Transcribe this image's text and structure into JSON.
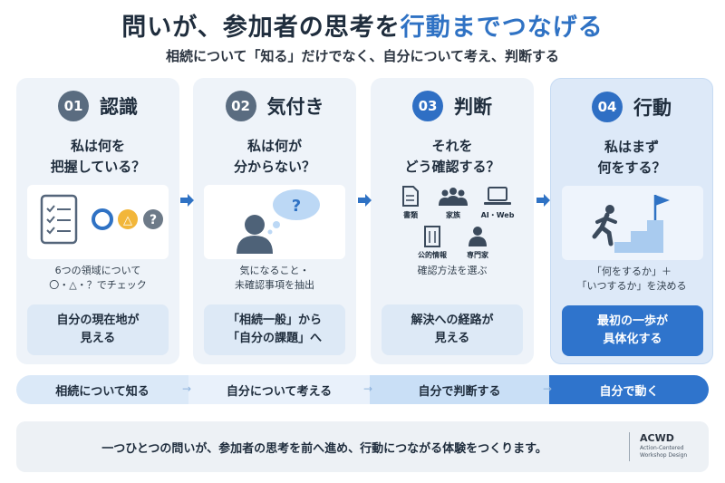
{
  "header": {
    "title_main": "問いが、参加者の思考を",
    "title_accent": "行動までつなげる",
    "subtitle": "相続について「知る」だけでなく、自分について考え、判断する"
  },
  "stages": [
    {
      "number": "01",
      "name": "認識",
      "question": "私は何を\n把握している？",
      "description": "6つの領域について\n〇・△・？でチェック",
      "result": "自分の現在地が\n見える"
    },
    {
      "number": "02",
      "name": "気付き",
      "question": "私は何が\n分からない？",
      "description": "気になること・\n未確認事項を抽出",
      "result": "「相続一般」から\n「自分の課題」へ"
    },
    {
      "number": "03",
      "name": "判断",
      "question": "それを\nどう確認する？",
      "description": "確認方法を選ぶ",
      "result": "解決への経路が\n見える",
      "methods": [
        "書類",
        "家族",
        "AI・Web",
        "公的情報",
        "専門家"
      ]
    },
    {
      "number": "04",
      "name": "行動",
      "question": "私はまず\n何をする？",
      "description": "「何をするか」＋\n「いつするか」を決める",
      "result": "最初の一歩が\n具体化する"
    }
  ],
  "check_marks": [
    "△",
    "?"
  ],
  "question_bubble": "?",
  "flow_band": [
    "相続について知る",
    "自分について考える",
    "自分で判断する",
    "自分で動く"
  ],
  "footer": {
    "message": "一つひとつの問いが、参加者の思考を前へ進め、行動につながる体験をつくります。",
    "logo_name": "ACWD",
    "logo_tagline": "Action-Centered\nWorkshop Design"
  },
  "colors": {
    "accent": "#2f72c4",
    "dark_blue": "#2f74cc",
    "gray_badge": "#5a6c80"
  }
}
